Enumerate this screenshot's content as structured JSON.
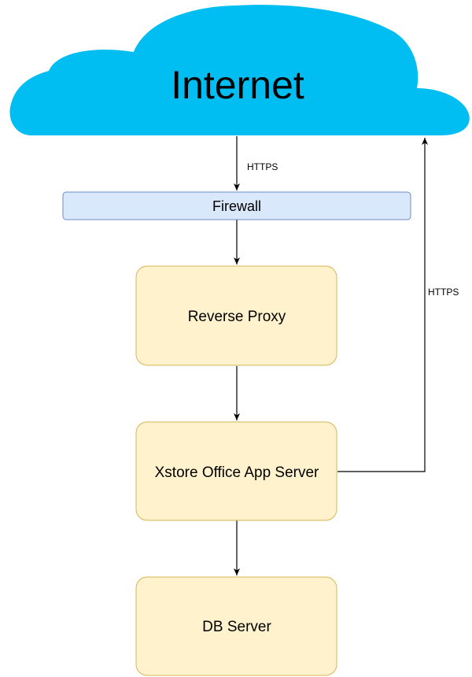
{
  "internet": {
    "label": "Internet"
  },
  "firewall": {
    "label": "Firewall"
  },
  "nodes": {
    "reverse_proxy": "Reverse Proxy",
    "app_server": "Xstore Office App Server",
    "db_server": "DB Server"
  },
  "edges": {
    "internet_to_firewall": "HTTPS",
    "app_to_internet": "HTTPS"
  },
  "colors": {
    "cloud": "#00BEF2",
    "firewall_fill": "#DAE8FC",
    "firewall_stroke": "#6C8EBF",
    "node_fill": "#FFF2CC",
    "node_stroke": "#D6B656"
  }
}
